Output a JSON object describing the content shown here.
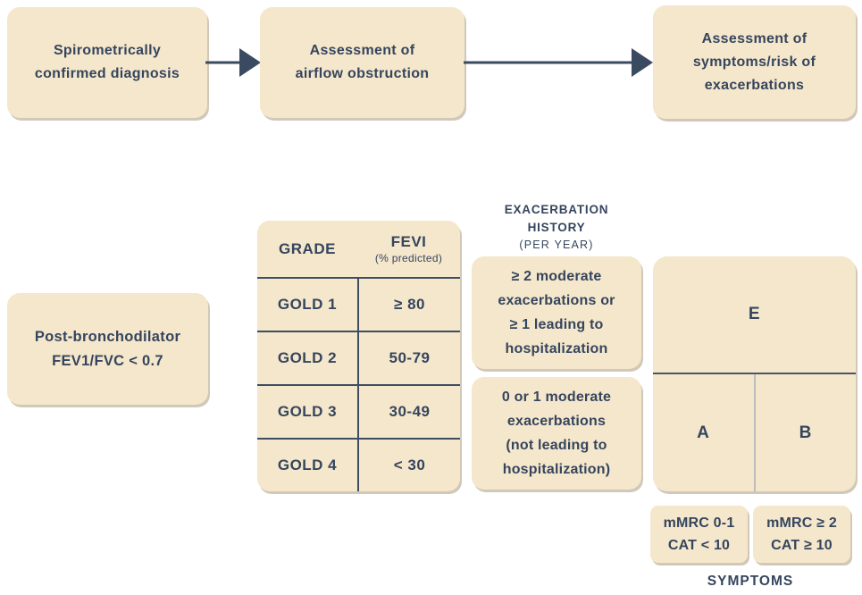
{
  "colors": {
    "background": "#ffffff",
    "box_fill": "#f5e7cb",
    "text": "#35455e",
    "arrow": "#3a4a60",
    "table_line": "#3e4d63",
    "light_divider": "#bdbdbd"
  },
  "flow": {
    "step1_lines": [
      "Spirometrically",
      "confirmed diagnosis"
    ],
    "step2_lines": [
      "Assessment of",
      "airflow obstruction"
    ],
    "step3_lines": [
      "Assessment of",
      "symptoms/risk of",
      "exacerbations"
    ]
  },
  "criteria": {
    "lines": [
      "Post-bronchodilator",
      "FEV1/FVC < 0.7"
    ]
  },
  "grade_table": {
    "col1_header": "GRADE",
    "col2_header": "FEVI",
    "col2_subheader": "(% predicted)",
    "rows": [
      {
        "grade": "GOLD 1",
        "fev": "≥ 80"
      },
      {
        "grade": "GOLD 2",
        "fev": "50-79"
      },
      {
        "grade": "GOLD 3",
        "fev": "30-49"
      },
      {
        "grade": "GOLD 4",
        "fev": "< 30"
      }
    ]
  },
  "exacerbation": {
    "title_lines": [
      "EXACERBATION",
      "HISTORY"
    ],
    "subtitle": "(PER YEAR)",
    "high_risk_lines": [
      "≥ 2 moderate",
      "exacerbations or",
      "≥ 1 leading to",
      "hospitalization"
    ],
    "low_risk_lines": [
      "0 or 1 moderate",
      "exacerbations",
      "(not leading to",
      "hospitalization)"
    ]
  },
  "abe_grid": {
    "top_label": "E",
    "bottom_left_label": "A",
    "bottom_right_label": "B"
  },
  "symptoms": {
    "low_lines": [
      "mMRC 0-1",
      "CAT < 10"
    ],
    "high_lines": [
      "mMRC ≥ 2",
      "CAT ≥ 10"
    ],
    "axis_label": "SYMPTOMS"
  }
}
